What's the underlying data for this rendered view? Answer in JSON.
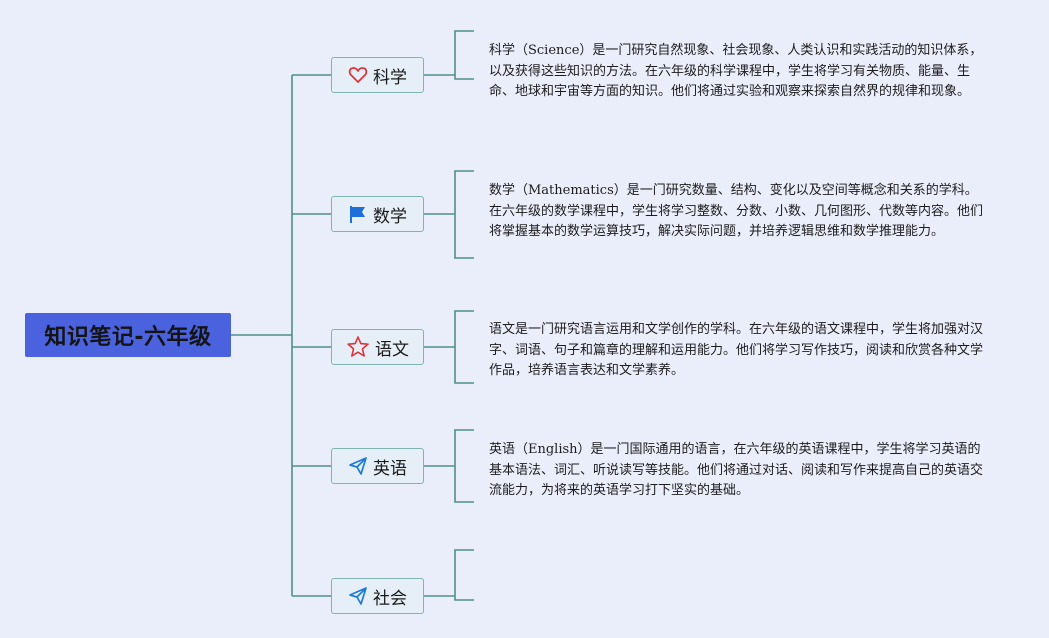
{
  "root": {
    "title": "知识笔记-六年级"
  },
  "topics": [
    {
      "label": "科学",
      "icon": "heart-icon",
      "icon_color": "#e0343a",
      "text": "科学（Science）是一门研究自然现象、社会现象、人类认识和实践活动的知识体系，以及获得这些知识的方法。在六年级的科学课程中，学生将学习有关物质、能量、生命、地球和宇宙等方面的知识。他们将通过实验和观察来探索自然界的规律和现象。"
    },
    {
      "label": "数学",
      "icon": "flag-icon",
      "icon_color": "#1e6fd9",
      "text": "数学（Mathematics）是一门研究数量、结构、变化以及空间等概念和关系的学科。在六年级的数学课程中，学生将学习整数、分数、小数、几何图形、代数等内容。他们将掌握基本的数学运算技巧，解决实际问题，并培养逻辑思维和数学推理能力。"
    },
    {
      "label": "语文",
      "icon": "star-icon",
      "icon_color": "#e0343a",
      "text": "语文是一门研究语言运用和文学创作的学科。在六年级的语文课程中，学生将加强对汉字、词语、句子和篇章的理解和运用能力。他们将学习写作技巧，阅读和欣赏各种文学作品，培养语言表达和文学素养。"
    },
    {
      "label": "英语",
      "icon": "paper-plane-icon",
      "icon_color": "#1e7ad9",
      "text": "英语（English）是一门国际通用的语言，在六年级的英语课程中，学生将学习英语的基本语法、词汇、听说读写等技能。他们将通过对话、阅读和写作来提高自己的英语交流能力，为将来的英语学习打下坚实的基础。"
    },
    {
      "label": "社会",
      "icon": "paper-plane-icon",
      "icon_color": "#1e7ad9",
      "text": ""
    }
  ]
}
